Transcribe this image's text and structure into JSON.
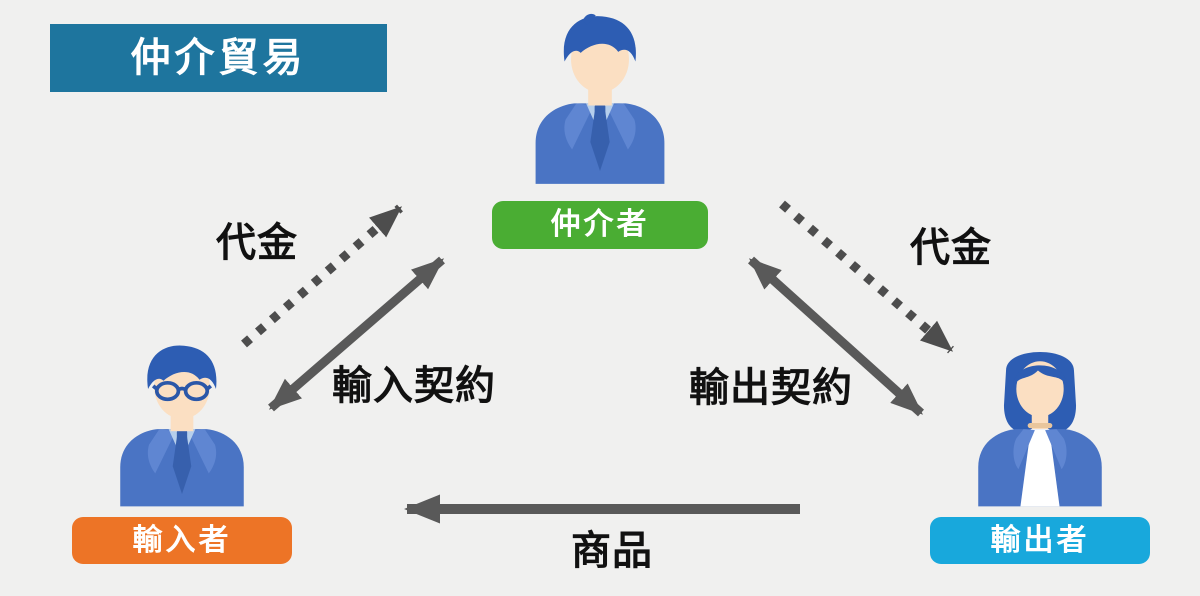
{
  "title": {
    "text": "仲介貿易"
  },
  "actors": {
    "intermediary": {
      "label": "仲介者",
      "role_color": "#4aad33",
      "avatar": "man-in-blue-suit"
    },
    "importer": {
      "label": "輸入者",
      "role_color": "#ed7426",
      "avatar": "man-with-glasses-in-blue-suit"
    },
    "exporter": {
      "label": "輸出者",
      "role_color": "#18a8dc",
      "avatar": "woman-in-blue-jacket"
    }
  },
  "flows": {
    "payment_left": {
      "label": "代金",
      "line": "dotted",
      "arrowheads": "single",
      "from": "輸入者",
      "to": "仲介者"
    },
    "import_contract": {
      "label": "輸入契約",
      "line": "solid",
      "arrowheads": "double",
      "between": "輸入者 ⇔ 仲介者"
    },
    "export_contract": {
      "label": "輸出契約",
      "line": "solid",
      "arrowheads": "double",
      "between": "仲介者 ⇔ 輸出者"
    },
    "payment_right": {
      "label": "代金",
      "line": "dotted",
      "arrowheads": "single",
      "from": "仲介者",
      "to": "輸出者"
    },
    "goods": {
      "label": "商品",
      "line": "solid",
      "arrowheads": "single",
      "from": "輸出者",
      "to": "輸入者"
    }
  },
  "colors": {
    "background": "#f0f0ef",
    "title_bg": "#1e759e",
    "title_text": "#ffffff",
    "label_text": "#ffffff",
    "intermediary_green": "#4aad33",
    "importer_orange": "#ed7426",
    "exporter_cyan": "#18a8dc",
    "arrow_solid": "#595959",
    "arrow_dotted": "#4d4d4d",
    "flow_label_text": "#111111",
    "avatar_hair": "#2d5db3",
    "avatar_suit": "#4a74c4",
    "avatar_suit_lapel": "#5f86d2",
    "avatar_shirt": "#b6cfec",
    "avatar_tie": "#3760ad",
    "avatar_skin": "#fbdfc2",
    "glasses_frame": "#2b57a8"
  }
}
